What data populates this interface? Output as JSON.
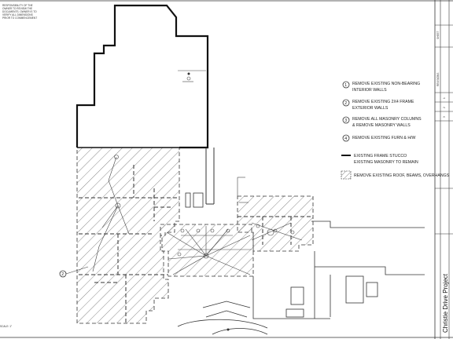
{
  "disclaimer": {
    "lines": [
      "RESPONSIBILITY OF THE",
      "OWNER TO REVIEW THE",
      "DOCUMENTS. OWNER IS TO",
      "VERIFY ALL DIMENSIONS",
      "PRIOR TO COMMENCEMENT"
    ]
  },
  "notes": [
    {
      "num": "1",
      "lines": [
        "REMOVE EXISTING NON-BEARING",
        "INTERIOR WALLS"
      ]
    },
    {
      "num": "2",
      "lines": [
        "REMOVE EXISTING 2X4 FRAME",
        "EXTERIOR WALLS"
      ]
    },
    {
      "num": "3",
      "lines": [
        "REMOVE ALL MASONRY COLUMNS",
        "& REMOVE MASONRY WALLS"
      ]
    },
    {
      "num": "4",
      "lines": [
        "REMOVE EXISTING FURN & H/W"
      ]
    }
  ],
  "legend": {
    "wall_line": [
      "EXISTING FRAME STUCCO",
      "EXISTING MASONRY TO REMAIN"
    ],
    "hatch": "REMOVE EXISTING ROOF, BEAMS, OVERHANGS"
  },
  "callout": {
    "num": "2"
  },
  "scale_label": "SCALE: 1\"",
  "title_block": {
    "project": "Christie Drive Project",
    "revisions_label": "REVISIONS",
    "sheet_label": "SHEET",
    "cells": [
      "1",
      "2",
      "3"
    ]
  }
}
